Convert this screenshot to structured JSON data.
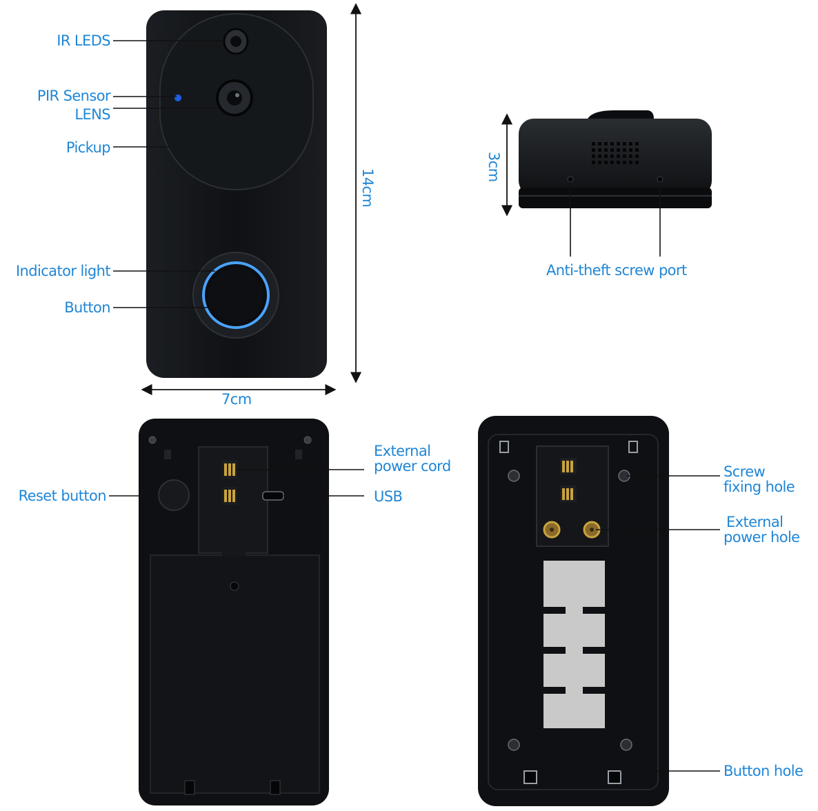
{
  "colors": {
    "label": "#1f86d6",
    "device_body": "#101215",
    "leader_line": "#111111",
    "indicator_ring": "#4aa3ff",
    "adhesive_pad": "#c9c9c9",
    "contact_gold": "#c9a33c"
  },
  "front_view": {
    "labels": {
      "ir_leds": "IR LEDS",
      "pir_sensor": "PIR Sensor",
      "lens": "LENS",
      "pickup": "Pickup",
      "indicator_light": "Indicator light",
      "button": "Button"
    },
    "dimensions": {
      "height": "14cm",
      "width": "7cm"
    }
  },
  "side_view": {
    "dimension": {
      "depth": "3cm"
    },
    "labels": {
      "anti_theft": "Anti-theft screw port"
    }
  },
  "back_view": {
    "labels": {
      "external_power_cord_1": "External",
      "external_power_cord_2": "power cord",
      "usb": "USB",
      "reset_button": "Reset button"
    }
  },
  "bracket_view": {
    "labels": {
      "screw_fixing_1": "Screw",
      "screw_fixing_2": "fixing hole",
      "external_power_hole_1": "External",
      "external_power_hole_2": "power hole",
      "button_hole": "Button hole"
    }
  }
}
